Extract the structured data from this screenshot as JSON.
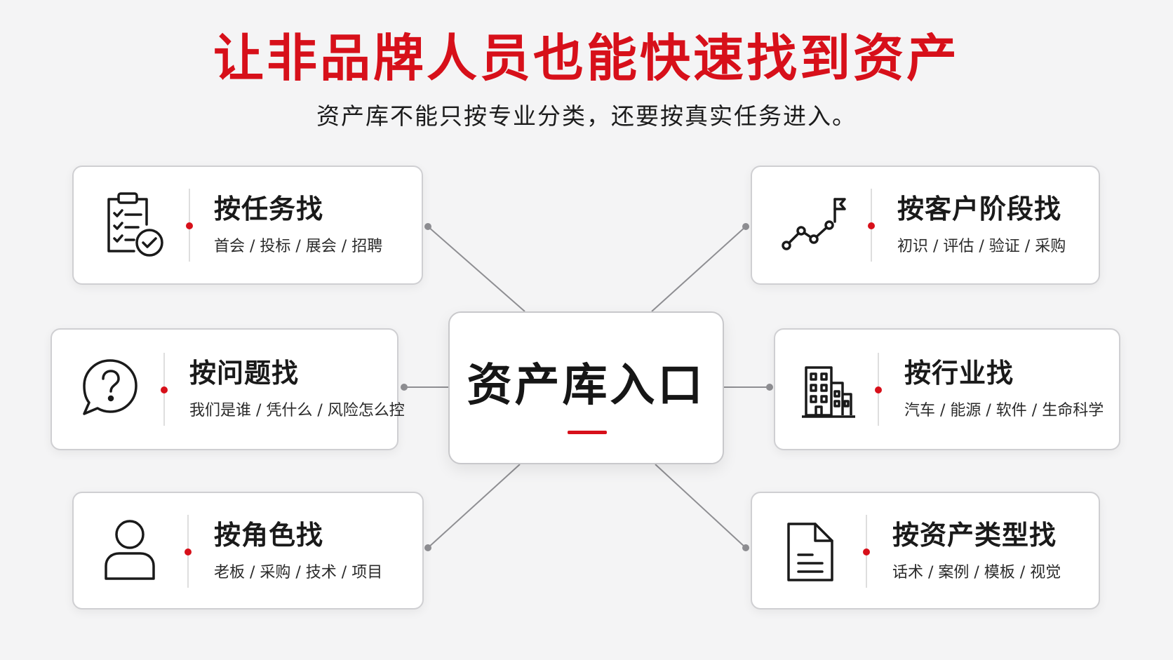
{
  "title": "让非品牌人员也能快速找到资产",
  "subtitle": "资产库不能只按专业分类，还要按真实任务进入。",
  "center": {
    "label": "资产库入口"
  },
  "colors": {
    "accent": "#d7101a",
    "line": "#8e8e92",
    "card_border": "#cfcfd2"
  },
  "cards": [
    {
      "icon": "clipboard-check-icon",
      "title": "按任务找",
      "tags": "首会 / 投标 / 展会 / 招聘"
    },
    {
      "icon": "question-bubble-icon",
      "title": "按问题找",
      "tags": "我们是谁 / 凭什么 / 风险怎么控"
    },
    {
      "icon": "person-icon",
      "title": "按角色找",
      "tags": "老板 / 采购 / 技术 / 项目"
    },
    {
      "icon": "trend-flag-icon",
      "title": "按客户阶段找",
      "tags": "初识 / 评估 / 验证 / 采购"
    },
    {
      "icon": "buildings-icon",
      "title": "按行业找",
      "tags": "汽车 / 能源 / 软件 / 生命科学"
    },
    {
      "icon": "document-icon",
      "title": "按资产类型找",
      "tags": "话术 / 案例 / 模板 / 视觉"
    }
  ]
}
